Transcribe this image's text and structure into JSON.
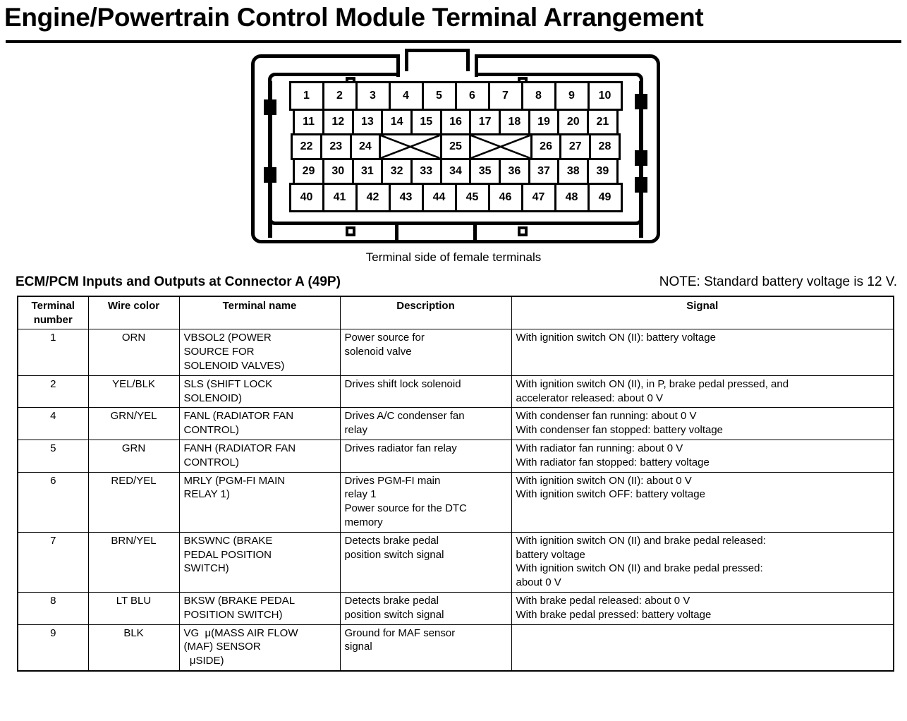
{
  "document": {
    "title": "Engine/Powertrain Control Module Terminal Arrangement",
    "caption": "Terminal side of female terminals",
    "section_title": "ECM/PCM Inputs and Outputs at Connector A (49P)",
    "note": "NOTE: Standard battery voltage is 12 V."
  },
  "connector": {
    "name": "Connector A (49P)",
    "rows": [
      {
        "id": "row-a",
        "cells": [
          "1",
          "2",
          "3",
          "4",
          "5",
          "6",
          "7",
          "8",
          "9",
          "10"
        ]
      },
      {
        "id": "row-b",
        "cells": [
          "11",
          "12",
          "13",
          "14",
          "15",
          "16",
          "17",
          "18",
          "19",
          "20",
          "21"
        ]
      },
      {
        "id": "row-c",
        "cells": [
          "22",
          "23",
          "24",
          "X",
          "25",
          "X",
          "26",
          "27",
          "28"
        ]
      },
      {
        "id": "row-d",
        "cells": [
          "29",
          "30",
          "31",
          "32",
          "33",
          "34",
          "35",
          "36",
          "37",
          "38",
          "39"
        ]
      },
      {
        "id": "row-e",
        "cells": [
          "40",
          "41",
          "42",
          "43",
          "44",
          "45",
          "46",
          "47",
          "48",
          "49"
        ]
      }
    ]
  },
  "table": {
    "headers": [
      "Terminal\nnumber",
      "Wire color",
      "Terminal name",
      "Description",
      "Signal"
    ],
    "rows": [
      {
        "terminal": "1",
        "wire_color": "ORN",
        "terminal_name": "VBSOL2 (POWER\nSOURCE FOR\nSOLENOID VALVES)",
        "description": "Power source for\nsolenoid valve",
        "signal": "With ignition switch ON (II): battery voltage"
      },
      {
        "terminal": "2",
        "wire_color": "YEL/BLK",
        "terminal_name": "SLS (SHIFT LOCK\nSOLENOID)",
        "description": "Drives shift lock solenoid",
        "signal": "With ignition switch ON (II), in P, brake pedal pressed, and\naccelerator released: about 0 V"
      },
      {
        "terminal": "4",
        "wire_color": "GRN/YEL",
        "terminal_name": "FANL (RADIATOR FAN\nCONTROL)",
        "description": "Drives A/C condenser fan\nrelay",
        "signal": "With condenser fan running: about 0 V\nWith condenser fan stopped: battery voltage"
      },
      {
        "terminal": "5",
        "wire_color": "GRN",
        "terminal_name": "FANH (RADIATOR FAN\nCONTROL)",
        "description": "Drives radiator fan relay",
        "signal": "With radiator fan running: about 0 V\nWith radiator fan stopped: battery voltage"
      },
      {
        "terminal": "6",
        "wire_color": "RED/YEL",
        "terminal_name": "MRLY (PGM-FI MAIN\nRELAY 1)",
        "description": "Drives PGM-FI main\nrelay 1\nPower source for the DTC\nmemory",
        "signal": "With ignition switch ON (II): about 0 V\nWith ignition switch OFF: battery voltage"
      },
      {
        "terminal": "7",
        "wire_color": "BRN/YEL",
        "terminal_name": "BKSWNC (BRAKE\nPEDAL POSITION\nSWITCH)",
        "description": "Detects brake pedal\nposition switch signal",
        "signal": "With ignition switch ON (II) and brake pedal released:\nbattery voltage\nWith ignition switch ON (II) and brake pedal pressed:\nabout 0 V"
      },
      {
        "terminal": "8",
        "wire_color": "LT BLU",
        "terminal_name": "BKSW (BRAKE PEDAL\nPOSITION SWITCH)",
        "description": "Detects brake pedal\nposition switch signal",
        "signal": "With brake pedal released: about 0 V\nWith brake pedal pressed: battery voltage"
      },
      {
        "terminal": "9",
        "wire_color": "BLK",
        "terminal_name": "VG  μ(MASS AIR FLOW\n(MAF) SENSOR\n  μSIDE)",
        "description": "Ground for MAF sensor\nsignal",
        "signal": ""
      }
    ]
  }
}
